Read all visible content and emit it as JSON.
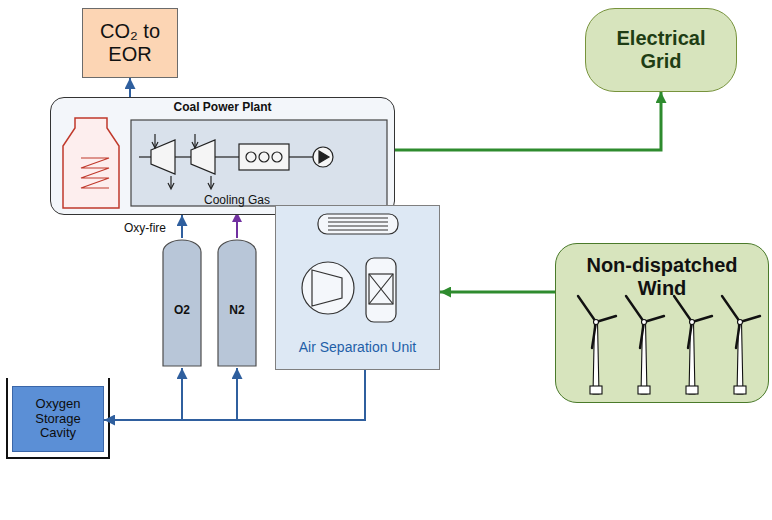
{
  "diagram": {
    "nodes": [
      {
        "text": [
          "CO₂ to EOR"
        ]
      },
      {
        "text": [
          "Electrical Grid"
        ]
      },
      {
        "text": [
          "Coal Power Plant"
        ]
      },
      {
        "text": [
          "O2"
        ]
      },
      {
        "text": [
          "N2"
        ]
      },
      {
        "text": [
          "Air Separation Unit"
        ]
      },
      {
        "text": [
          "Non-dispatched Wind"
        ]
      },
      {
        "text": [
          "Oxygen Storage Cavity"
        ]
      }
    ],
    "edges": [
      {
        "from": 2,
        "to": 0,
        "arrow": "to"
      },
      {
        "from": 2,
        "to": 1,
        "arrow": "to"
      },
      {
        "from": 3,
        "to": 2,
        "arrow": "to"
      },
      {
        "from": 6,
        "to": 5,
        "arrow": "to"
      },
      {
        "from": 5,
        "to": 3,
        "arrow": "to"
      },
      {
        "from": 5,
        "to": 4,
        "arrow": "to"
      },
      {
        "from": 5,
        "to": 7,
        "arrow": "to"
      }
    ],
    "labels": [
      "Oxy-fire",
      "Cooling Gas"
    ]
  }
}
